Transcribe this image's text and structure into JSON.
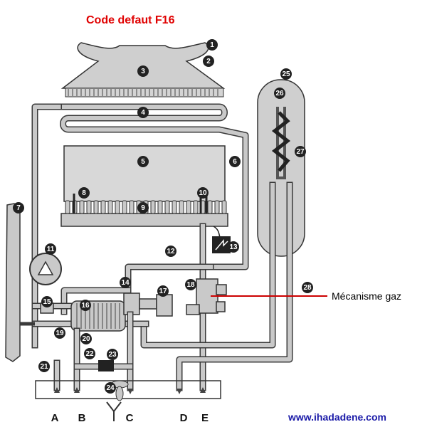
{
  "title": "Code defaut F16",
  "callout_label": "Mécanisme gaz",
  "website": "www.ihadadene.com",
  "port_labels": [
    "A",
    "B",
    "C",
    "D",
    "E"
  ],
  "component_numbers": [
    "1",
    "2",
    "3",
    "4",
    "5",
    "6",
    "7",
    "8",
    "9",
    "10",
    "11",
    "12",
    "13",
    "14",
    "15",
    "16",
    "17",
    "18",
    "19",
    "20",
    "21",
    "22",
    "23",
    "24",
    "25",
    "26",
    "27",
    "28"
  ],
  "colors": {
    "title": "#e00000",
    "callout_line": "#cc0000",
    "website": "#1a1aa8",
    "pipe_fill": "#c9c9c9",
    "marker": "#222222"
  }
}
